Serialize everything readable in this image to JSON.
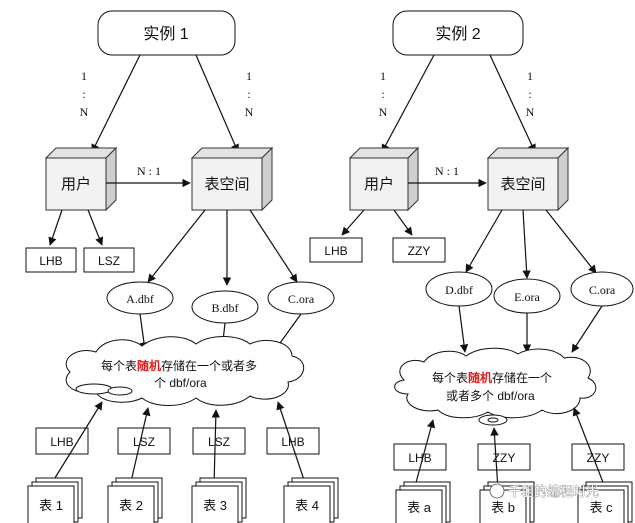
{
  "diagram": {
    "left": {
      "instance": "实例 1",
      "ratio_left": [
        "1",
        ":",
        "N"
      ],
      "ratio_right": [
        "1",
        ":",
        "N"
      ],
      "user": "用户",
      "tablespace": "表空间",
      "nto1": "N : 1",
      "users": [
        "LHB",
        "LSZ"
      ],
      "files": [
        "A.dbf",
        "B.dbf",
        "C.ora"
      ],
      "cloud": [
        "每个表",
        "随机",
        "存储在一个或者多",
        "个 dbf/ora"
      ],
      "owners": [
        "LHB",
        "LSZ",
        "LSZ",
        "LHB"
      ],
      "tables": [
        "表 1",
        "表 2",
        "表 3",
        "表 4"
      ]
    },
    "right": {
      "instance": "实例 2",
      "ratio_left": [
        "1",
        ":",
        "N"
      ],
      "ratio_right": [
        "1",
        ":",
        "N"
      ],
      "user": "用户",
      "tablespace": "表空间",
      "nto1": "N : 1",
      "users": [
        "LHB",
        "ZZY"
      ],
      "files": [
        "D.dbf",
        "E.ora",
        "C.ora"
      ],
      "cloud": [
        "每个表",
        "随机",
        "存储在一个",
        "或者多个 dbf/ora"
      ],
      "owners": [
        "LHB",
        "ZZY",
        "ZZY"
      ],
      "tables": [
        "表 a",
        "表 b",
        "表 c"
      ]
    },
    "watermark": "千羽的编程时光"
  }
}
